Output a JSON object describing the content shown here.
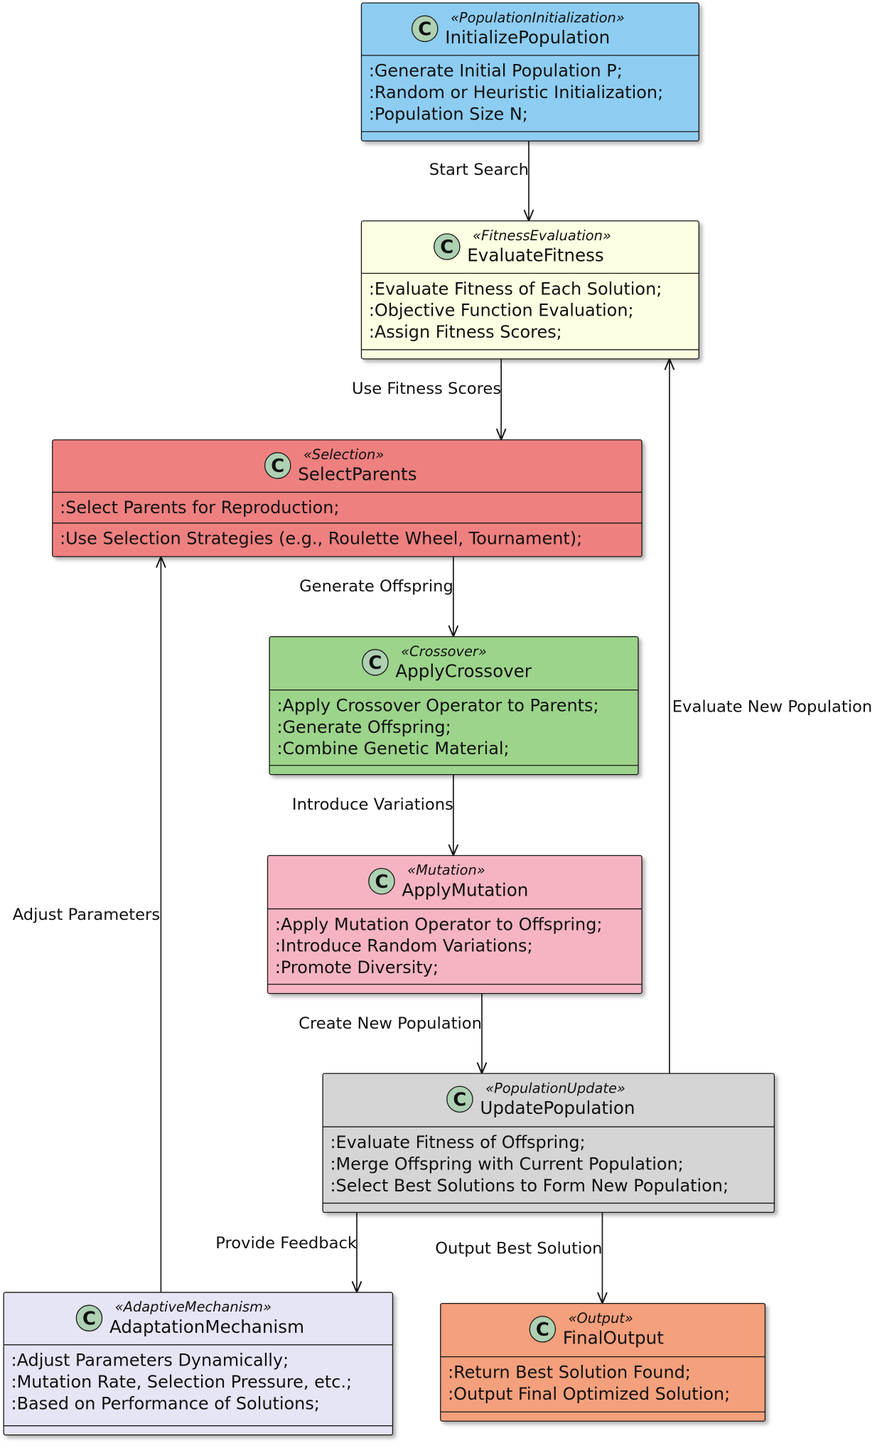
{
  "nodes": [
    {
      "id": "init",
      "stereotype": "«PopulationInitialization»",
      "name": "InitializePopulation",
      "color": "#8ECDF2",
      "sections": [
        [
          ":Generate Initial Population P;",
          ":Random or Heuristic Initialization;",
          ":Population Size N;"
        ]
      ]
    },
    {
      "id": "eval",
      "stereotype": "«FitnessEvaluation»",
      "name": "EvaluateFitness",
      "color": "#FEFEE2",
      "sections": [
        [
          ":Evaluate Fitness of Each Solution;",
          ":Objective Function Evaluation;",
          ":Assign Fitness Scores;"
        ]
      ]
    },
    {
      "id": "select",
      "stereotype": "«Selection»",
      "name": "SelectParents",
      "color": "#EF8080",
      "sections": [
        [
          ":Select Parents for Reproduction;"
        ],
        [
          ":Use Selection Strategies (e.g., Roulette Wheel, Tournament);"
        ]
      ]
    },
    {
      "id": "cross",
      "stereotype": "«Crossover»",
      "name": "ApplyCrossover",
      "color": "#9CD48B",
      "sections": [
        [
          ":Apply Crossover Operator to Parents;",
          ":Generate Offspring;",
          ":Combine Genetic Material;"
        ]
      ]
    },
    {
      "id": "mut",
      "stereotype": "«Mutation»",
      "name": "ApplyMutation",
      "color": "#F6B4C2",
      "sections": [
        [
          ":Apply Mutation Operator to Offspring;",
          ":Introduce Random Variations;",
          ":Promote Diversity;"
        ]
      ]
    },
    {
      "id": "update",
      "stereotype": "«PopulationUpdate»",
      "name": "UpdatePopulation",
      "color": "#D5D5D5",
      "sections": [
        [
          ":Evaluate Fitness of Offspring;",
          ":Merge Offspring with Current Population;",
          ":Select Best Solutions to Form New Population;"
        ]
      ]
    },
    {
      "id": "adapt",
      "stereotype": "«AdaptiveMechanism»",
      "name": "AdaptationMechanism",
      "color": "#E6E5F6",
      "sections": [
        [
          ":Adjust Parameters Dynamically;",
          ":Mutation Rate, Selection Pressure, etc.;",
          ":Based on Performance of Solutions;"
        ]
      ]
    },
    {
      "id": "final",
      "stereotype": "«Output»",
      "name": "FinalOutput",
      "color": "#F4A07C",
      "sections": [
        [
          ":Return Best Solution Found;",
          ":Output Final Optimized Solution;"
        ]
      ]
    }
  ],
  "class_icon": {
    "letter": "C",
    "color": "#ADD1B2"
  },
  "edges": [
    {
      "from": "init",
      "to": "eval",
      "label": "Start Search"
    },
    {
      "from": "eval",
      "to": "select",
      "label": "Use Fitness Scores"
    },
    {
      "from": "select",
      "to": "cross",
      "label": "Generate Offspring"
    },
    {
      "from": "cross",
      "to": "mut",
      "label": "Introduce Variations"
    },
    {
      "from": "mut",
      "to": "update",
      "label": "Create New Population"
    },
    {
      "from": "update",
      "to": "eval",
      "label": "Evaluate New Population"
    },
    {
      "from": "adapt",
      "to": "select",
      "label": "Adjust Parameters"
    },
    {
      "from": "update",
      "to": "adapt",
      "label": "Provide Feedback"
    },
    {
      "from": "update",
      "to": "final",
      "label": "Output Best Solution"
    }
  ]
}
